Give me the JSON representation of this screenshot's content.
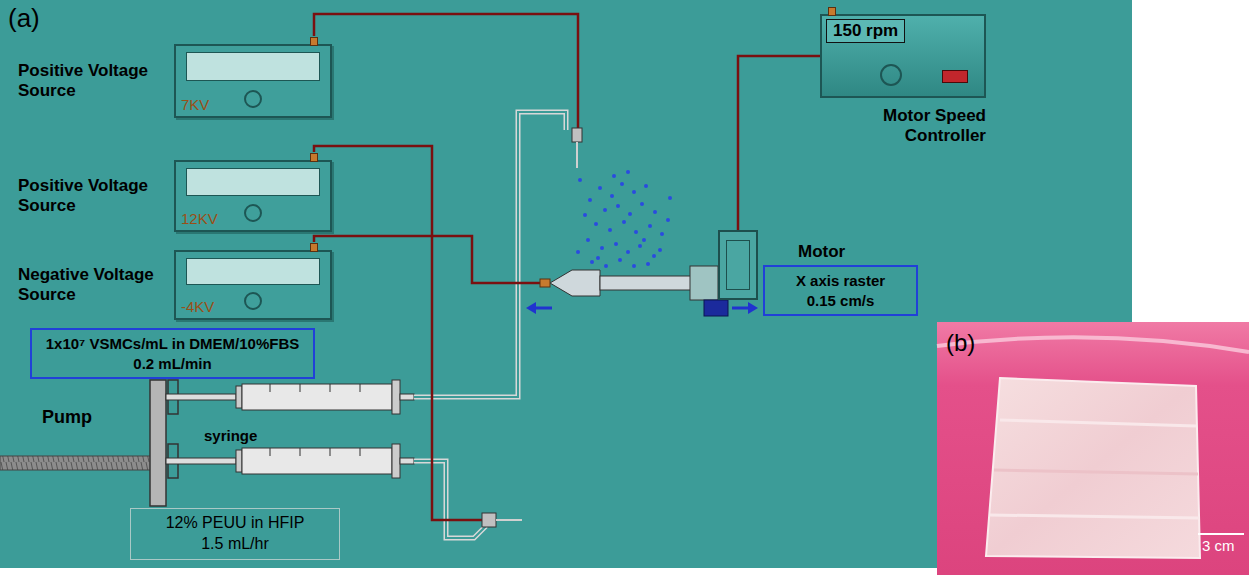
{
  "diagram": {
    "nodes": [
      {
        "text": [
          "Positive Voltage Source",
          "7KV"
        ]
      },
      {
        "text": [
          "Motor Speed Controller"
        ]
      },
      {
        "text": [
          "150 rpm"
        ],
        "in": 1
      },
      {
        "text": [
          "Positive Voltage Source",
          "12KV"
        ]
      },
      {
        "text": [
          "Motor"
        ]
      },
      {
        "text": [
          "Negative Voltage Source",
          "-4KV"
        ]
      },
      {
        "text": [
          "X axis raster",
          "0.15 cm/s"
        ]
      },
      {
        "text": [
          "1x10⁷ VSMCs/mL in DMEM/10%FBS",
          "0.2 mL/min"
        ]
      },
      {
        "text": [
          "12% PEUU in HFIP",
          "1.5 mL/hr"
        ]
      }
    ],
    "edges": [
      {
        "from": 1,
        "to": 4,
        "arrow": "none"
      }
    ],
    "labels": [
      "(a)",
      "Pump",
      "syringe",
      "(b)",
      "3 cm"
    ]
  }
}
